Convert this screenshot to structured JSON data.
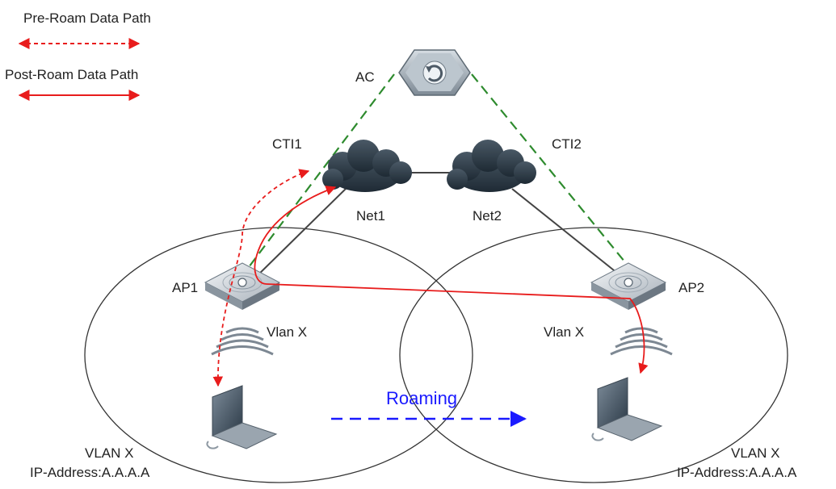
{
  "legend": {
    "pre_roam": "Pre-Roam Data Path",
    "post_roam": "Post-Roam Data Path"
  },
  "nodes": {
    "ac": "AC",
    "net1": "Net1",
    "net2": "Net2",
    "ap1": "AP1",
    "ap2": "AP2"
  },
  "tunnels": {
    "cti1": "CTI1",
    "cti2": "CTI2"
  },
  "cells": {
    "left_vlan": "Vlan X",
    "right_vlan": "Vlan X"
  },
  "clients": {
    "left": {
      "vlan": "VLAN X",
      "ip": "IP-Address:A.A.A.A"
    },
    "right": {
      "vlan": "VLAN X",
      "ip": "IP-Address:A.A.A.A"
    }
  },
  "roaming_label": "Roaming",
  "colors": {
    "data_path": "#e81c1c",
    "capwap_tunnel": "#2e8b2e",
    "roaming_arrow": "#1a1aff",
    "link": "#444444"
  }
}
